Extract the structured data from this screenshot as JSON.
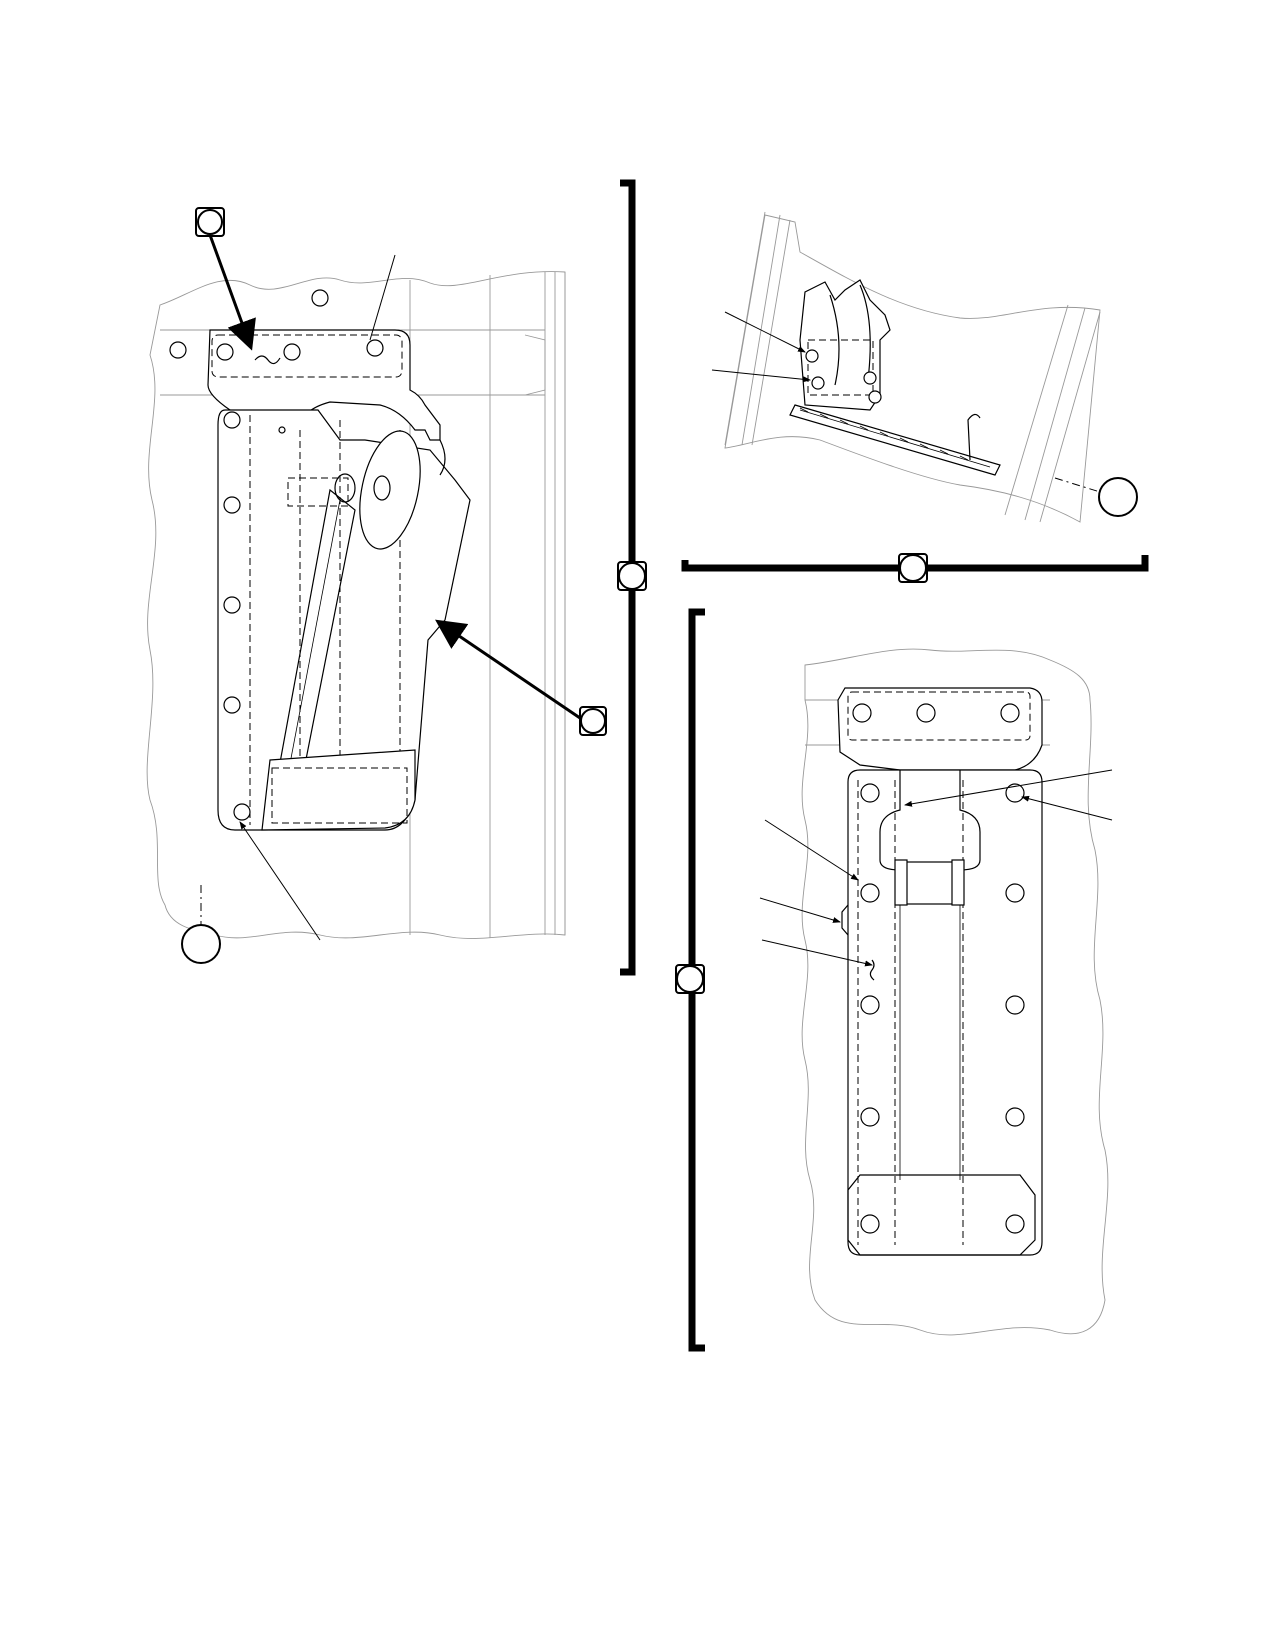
{
  "figure": {
    "views": [
      {
        "id": "left-view",
        "description_visible": false
      },
      {
        "id": "upper-right-view",
        "description_visible": false
      },
      {
        "id": "lower-right-view",
        "description_visible": false
      }
    ],
    "callout_markers": [
      {
        "id": "marker-top-left",
        "label": ""
      },
      {
        "id": "marker-left-right-arrow",
        "label": ""
      },
      {
        "id": "marker-left-bottom",
        "label": ""
      },
      {
        "id": "marker-vertical-divider",
        "label": ""
      },
      {
        "id": "marker-horizontal-divider",
        "label": ""
      },
      {
        "id": "marker-upper-right",
        "label": ""
      },
      {
        "id": "marker-lower-divider",
        "label": ""
      }
    ]
  }
}
